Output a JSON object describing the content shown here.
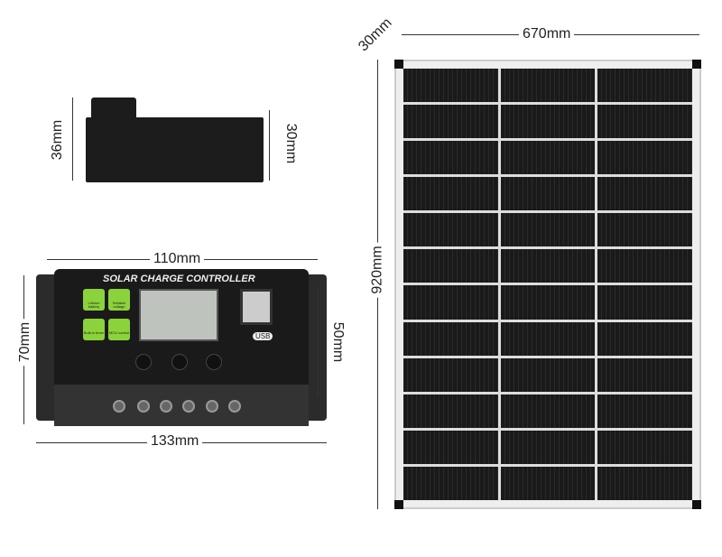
{
  "dimensions": {
    "panel_width": "670mm",
    "panel_thickness": "30mm",
    "panel_height": "920mm",
    "side_height_left": "36mm",
    "side_height_right": "30mm",
    "controller_width_top": "110mm",
    "controller_height": "70mm",
    "controller_inner_height": "50mm",
    "controller_width_bottom": "133mm"
  },
  "controller": {
    "title": "SOLAR CHARGE CONTROLLER",
    "features": [
      "Lithium battery",
      "Settable voltage",
      "Built-in timer",
      "MCU control"
    ],
    "usb_label": "USB",
    "accent": "#8bd33a"
  },
  "panel": {
    "columns": 3,
    "rows": 12
  }
}
